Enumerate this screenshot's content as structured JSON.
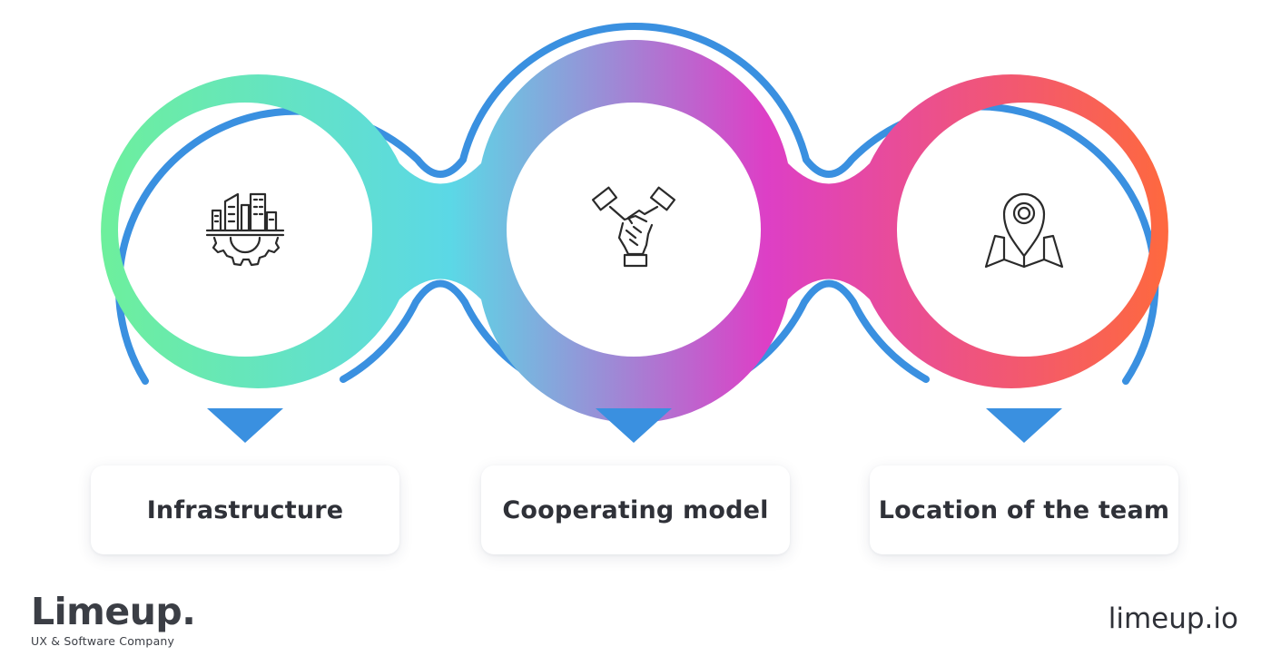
{
  "steps": [
    {
      "label": "Infrastructure",
      "icon": "city-gear-icon"
    },
    {
      "label": "Cooperating model",
      "icon": "handshake-icon"
    },
    {
      "label": "Location of the team",
      "icon": "map-pin-icon"
    }
  ],
  "brand": {
    "name": "Limeup.",
    "tagline": "UX & Software Company",
    "website": "limeup.io"
  },
  "colors": {
    "outline": "#3a90e0",
    "gradient": [
      "#6ef09a",
      "#5bd8e6",
      "#dd3fc6",
      "#ff6a3a"
    ],
    "pointer": "#3a90e0",
    "text": "#2f3138"
  }
}
